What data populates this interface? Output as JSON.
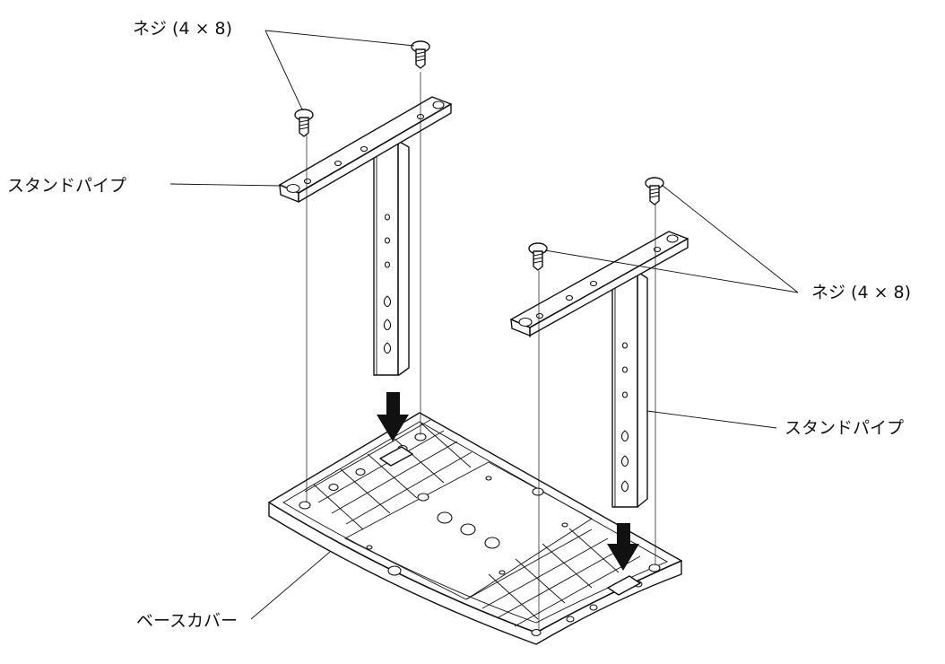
{
  "labels": {
    "screw_top_left": "ネジ (4 × 8)",
    "pipe_left": "スタンドパイプ",
    "screw_right": "ネジ (4 × 8)",
    "pipe_right": "スタンドパイプ",
    "base_cover": "ベースカバー"
  },
  "colors": {
    "line": "#111111",
    "background": "#ffffff"
  }
}
